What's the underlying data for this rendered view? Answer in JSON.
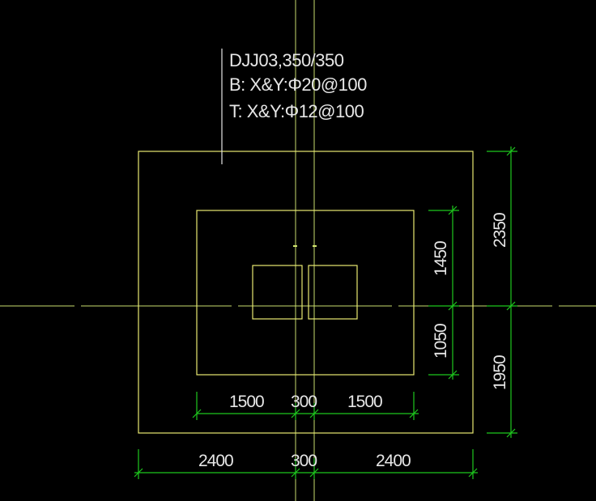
{
  "colors": {
    "background": "#000000",
    "outline": "#e8e872",
    "label_text": "#e6e6e6",
    "dimension": "#1ec81e",
    "dimension_text": "#e6e6e6",
    "axis": "#d2e66e"
  },
  "label": {
    "name": "DJJ03,350/350",
    "bottom_rebar": "B: X&Y:Φ20@100",
    "top_rebar": "T: X&Y:Φ12@100"
  },
  "dimensions": {
    "inner_horizontal": [
      "1500",
      "300",
      "1500"
    ],
    "outer_horizontal": [
      "2400",
      "300",
      "2400"
    ],
    "inner_vertical": [
      "1450",
      "1050"
    ],
    "outer_vertical": [
      "2350",
      "1950"
    ]
  }
}
